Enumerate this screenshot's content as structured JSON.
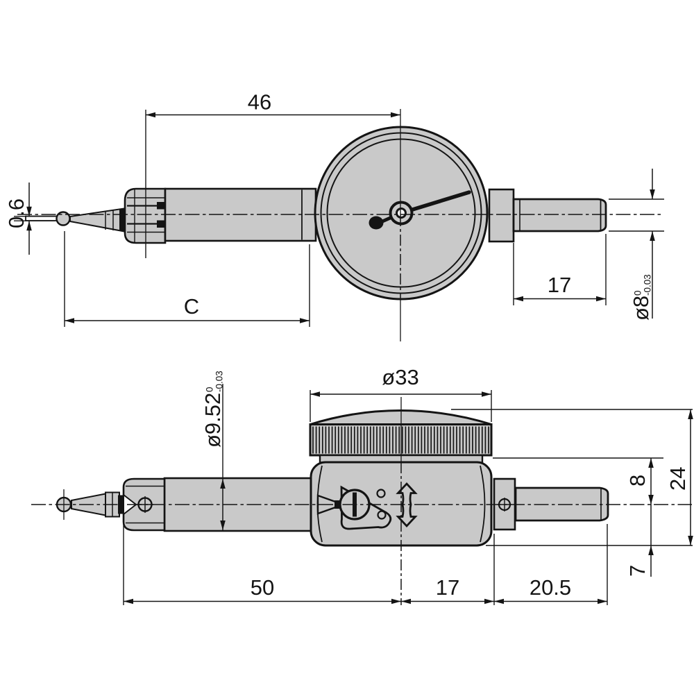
{
  "colors": {
    "background": "#ffffff",
    "part_fill": "#c9c9c9",
    "line": "#141414"
  },
  "top_view": {
    "dim_46": "46",
    "dim_0_6": "0.6",
    "dim_c": "C",
    "dim_17": "17",
    "dia_8": "ø8",
    "dia_8_tol_upper": "0",
    "dia_8_tol_lower": "-0.03"
  },
  "bottom_view": {
    "dia_33": "ø33",
    "dia_9_52": "ø9.52",
    "dia_9_52_tol_upper": "0",
    "dia_9_52_tol_lower": "-0.03",
    "dim_8": "8",
    "dim_24": "24",
    "dim_7": "7",
    "dim_50": "50",
    "dim_17": "17",
    "dim_20_5": "20.5"
  }
}
